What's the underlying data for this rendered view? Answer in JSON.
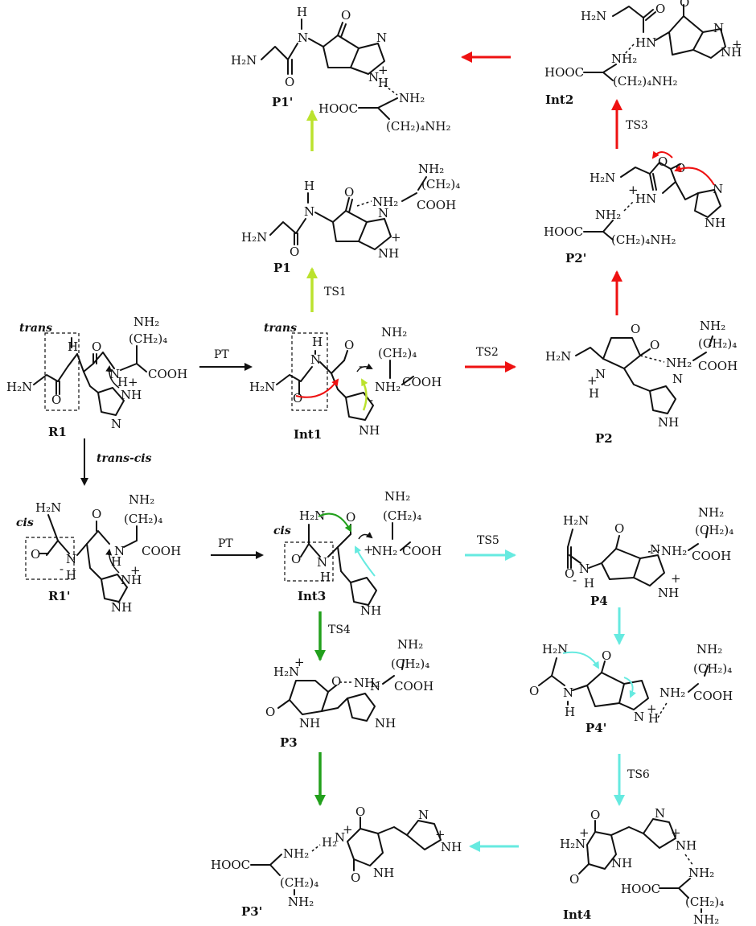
{
  "colors": {
    "black": "#111111",
    "red": "#ee1111",
    "yellow_green": "#bbe22e",
    "green": "#22a01c",
    "cyan": "#66eae0"
  },
  "labels": {
    "P1p": "P1'",
    "Int2": "Int2",
    "P1": "P1",
    "P2p": "P2'",
    "R1": "R1",
    "Int1": "Int1",
    "P2": "P2",
    "R1p": "R1'",
    "Int3": "Int3",
    "P4": "P4",
    "P3": "P3",
    "P4p": "P4'",
    "P3p": "P3'",
    "Int4": "Int4"
  },
  "steps": {
    "TS1": "TS1",
    "TS2": "TS2",
    "TS3": "TS3",
    "TS4": "TS4",
    "TS5": "TS5",
    "TS6": "TS6",
    "PT": "PT",
    "trans_cis": "trans-cis"
  },
  "notes": {
    "trans": "trans",
    "cis": "cis"
  },
  "atoms": {
    "H": "H",
    "O": "O",
    "N": "N",
    "NH": "NH",
    "NH2": "NH₂",
    "H2N": "H₂N",
    "HOOC": "HOOC",
    "COOH": "COOH",
    "CH24": "(CH₂)₄",
    "CH24NH2": "(CH₂)₄NH₂",
    "plus": "+",
    "minus": "-",
    "HN": "HN",
    "NH_plus": "NH",
    "H2": "H₂"
  }
}
